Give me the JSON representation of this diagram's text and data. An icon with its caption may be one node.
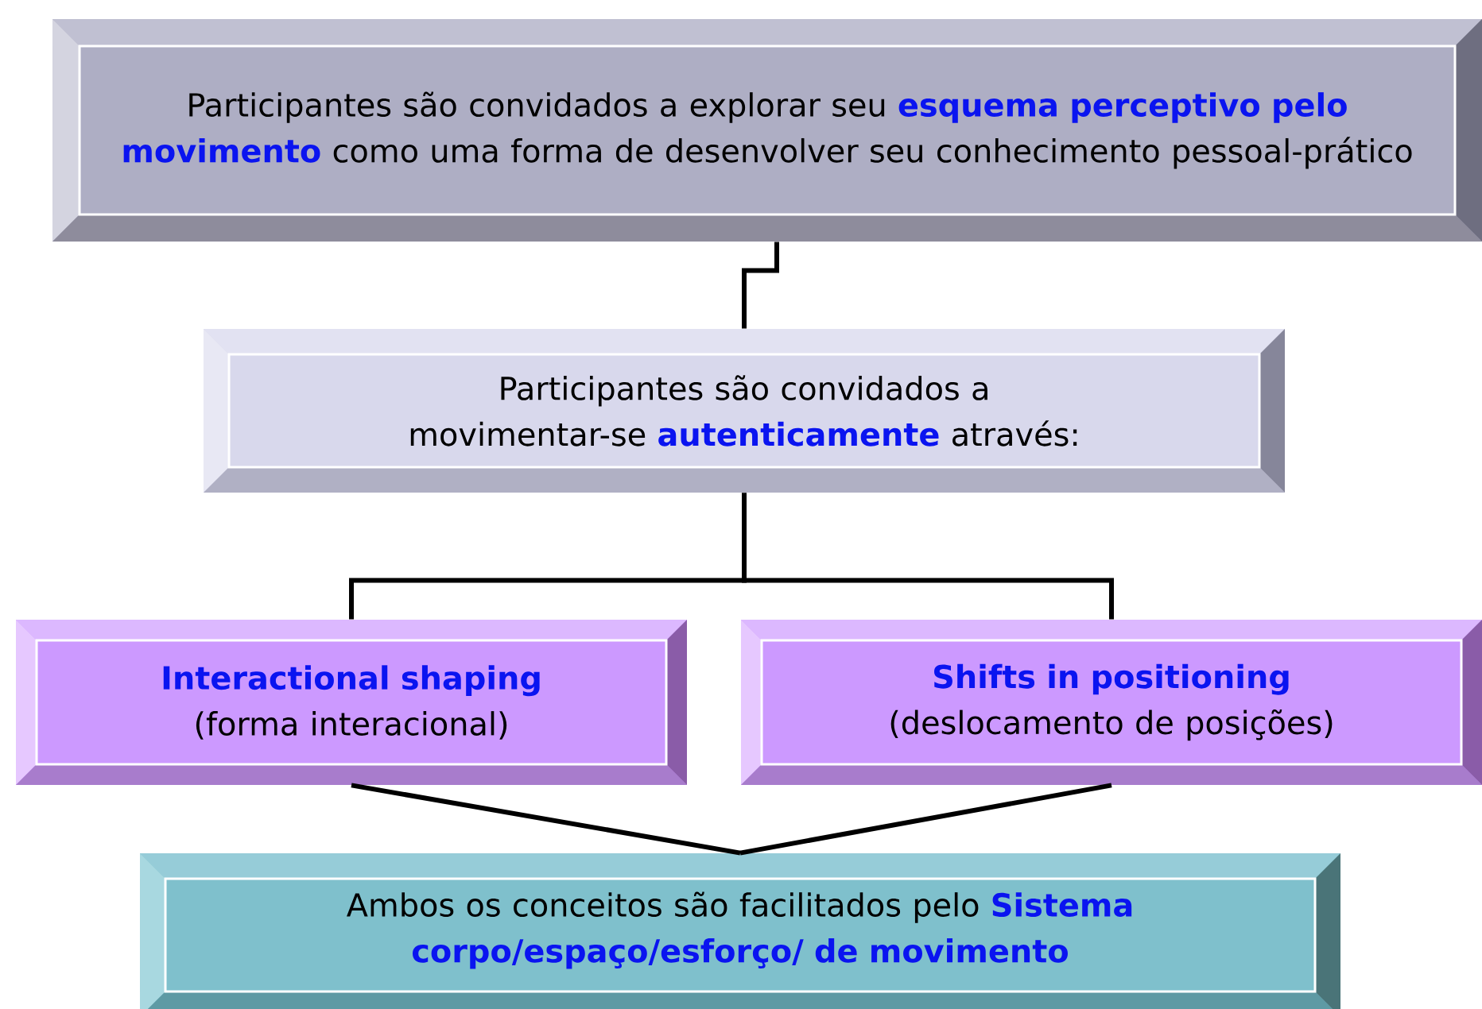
{
  "diagram": {
    "nodes": [
      {
        "text": [
          "Participantes são convidados a explorar seu **esquema perceptivo pelo movimento** como uma forma de desenvolver seu conhecimento pessoal-prático"
        ]
      },
      {
        "text": [
          "Participantes são convidados a movimentar-se **autenticamente** através:"
        ]
      },
      {
        "text": [
          "Interactional shaping",
          "(forma interacional)"
        ]
      },
      {
        "text": [
          "Shifts in positioning",
          "(deslocamento de posições)"
        ]
      },
      {
        "text": [
          "Ambos os conceitos são facilitados pelo **Sistema corpo/espaço/esforço/ de movimento**"
        ]
      }
    ],
    "edges": [
      {
        "from": 0,
        "to": 1,
        "arrow": "none"
      },
      {
        "from": 1,
        "to": 2,
        "arrow": "none"
      },
      {
        "from": 1,
        "to": 3,
        "arrow": "none"
      },
      {
        "from": 2,
        "to": 4,
        "arrow": "none"
      },
      {
        "from": 3,
        "to": 4,
        "arrow": "none"
      }
    ]
  }
}
